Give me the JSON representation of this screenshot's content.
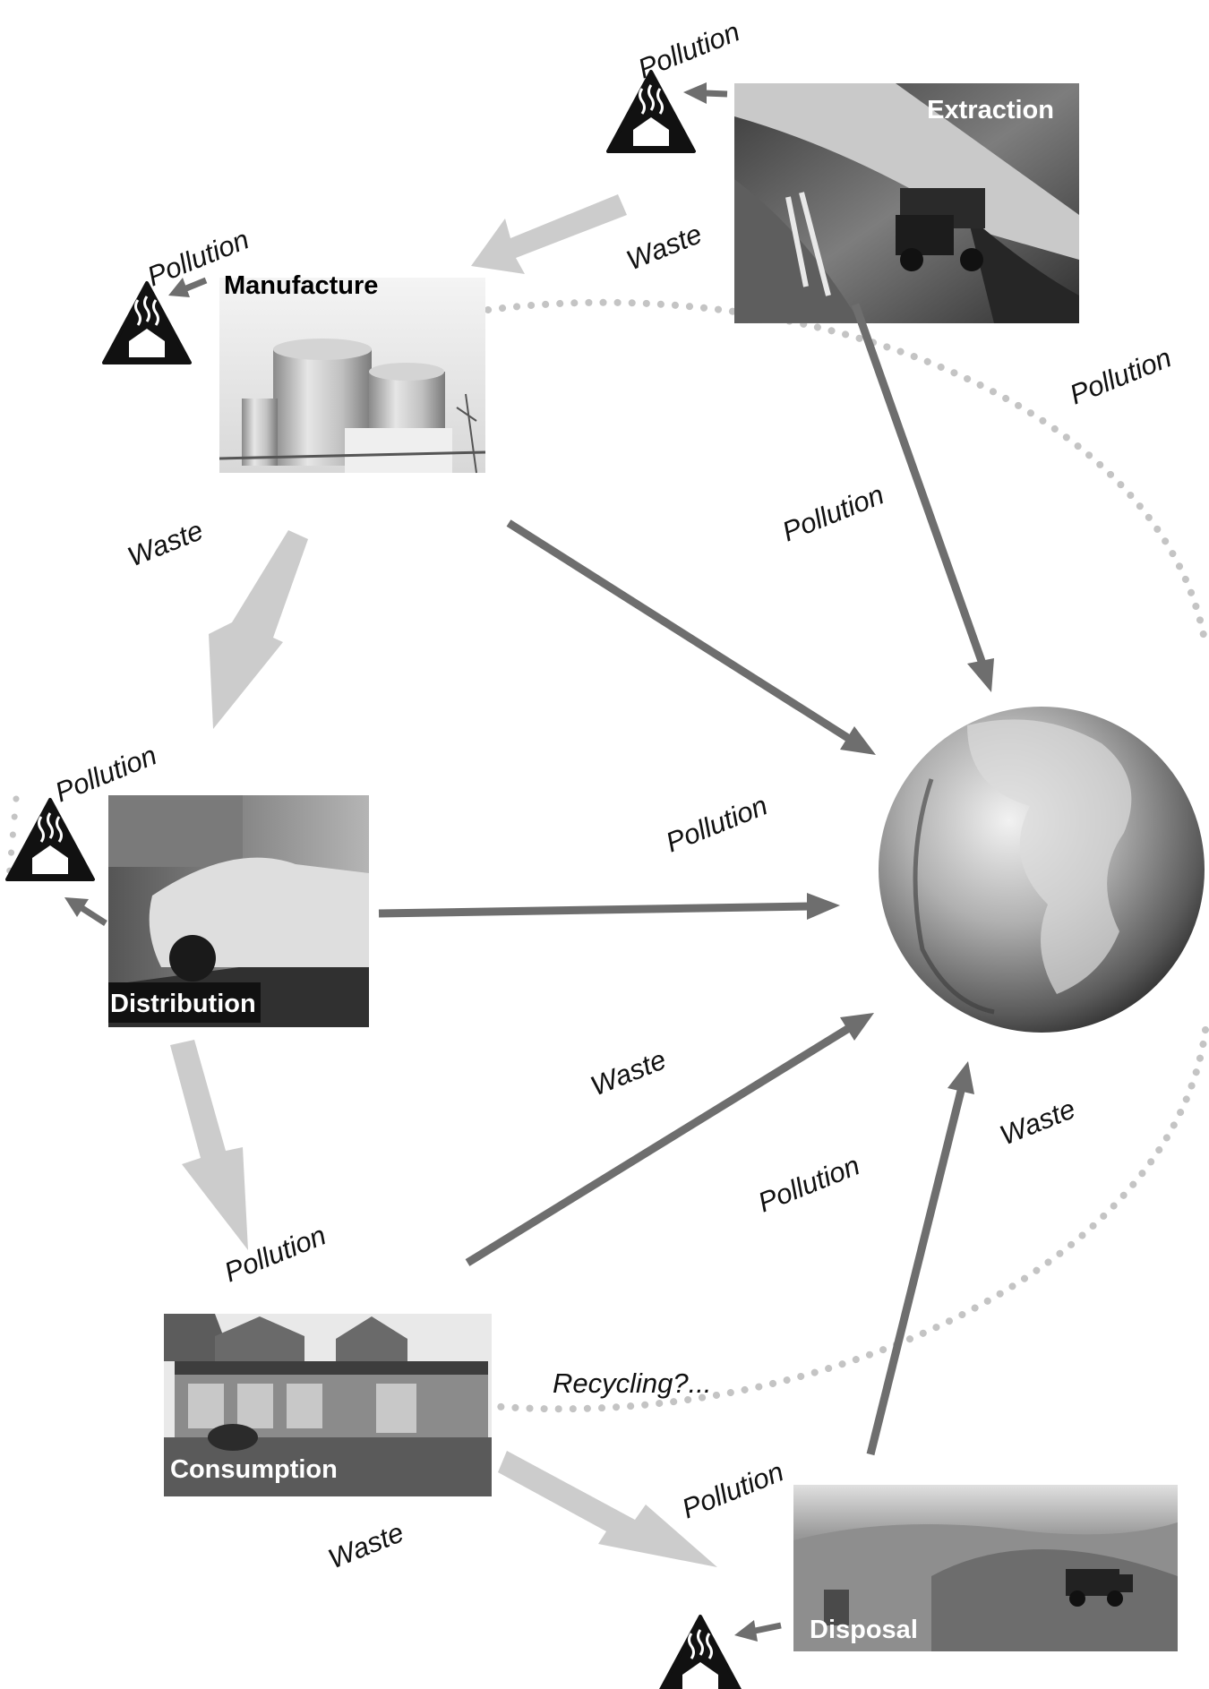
{
  "stages": {
    "extraction": "Extraction",
    "manufacture": "Manufacture",
    "distribution": "Distribution",
    "consumption": "Consumption",
    "disposal": "Disposal"
  },
  "labels": {
    "pollution": "Pollution",
    "waste": "Waste",
    "recycling": "Recycling?..."
  },
  "colors": {
    "flow_arrow": "#cccccc",
    "impact_arrow": "#6e6e6e",
    "recycling_dots": "#c4c4c4",
    "hazard_sign": "#111111"
  }
}
